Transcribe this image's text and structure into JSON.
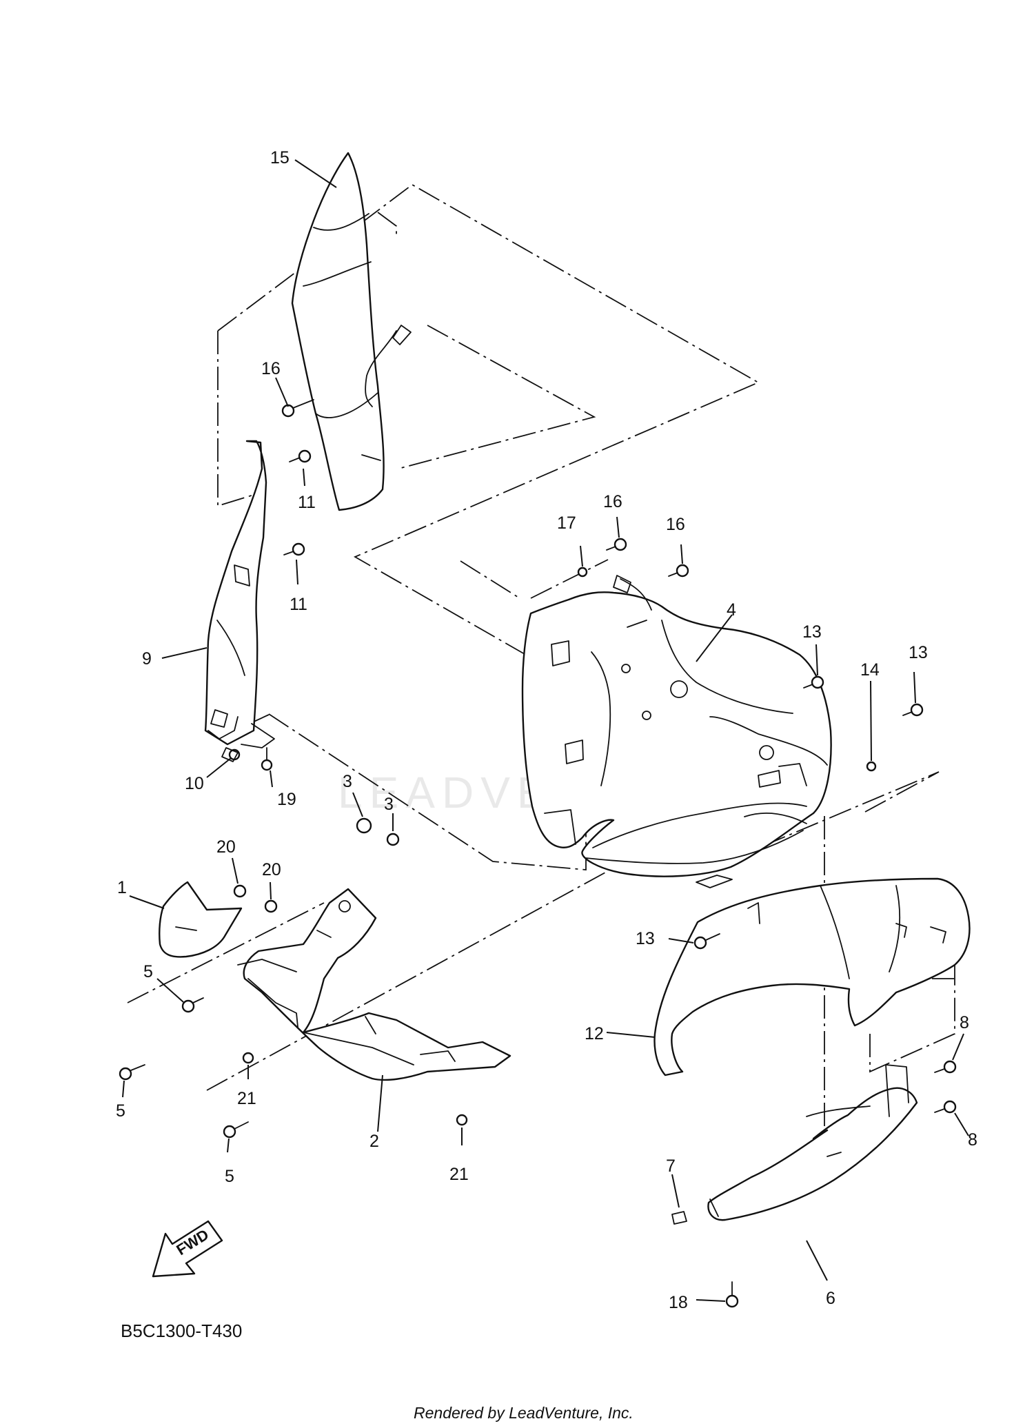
{
  "diagram": {
    "code": "B5C1300-T430",
    "footer": "Rendered by LeadVenture, Inc.",
    "watermark": "LEADVENTURE",
    "direction_label": "FWD",
    "callouts": [
      {
        "id": "c15a",
        "label": "15"
      },
      {
        "id": "c16a",
        "label": "16"
      },
      {
        "id": "c11a",
        "label": "11"
      },
      {
        "id": "c11b",
        "label": "11"
      },
      {
        "id": "c9",
        "label": "9"
      },
      {
        "id": "c10",
        "label": "10"
      },
      {
        "id": "c19",
        "label": "19"
      },
      {
        "id": "c3a",
        "label": "3"
      },
      {
        "id": "c3b",
        "label": "3"
      },
      {
        "id": "c20a",
        "label": "20"
      },
      {
        "id": "c20b",
        "label": "20"
      },
      {
        "id": "c1",
        "label": "1"
      },
      {
        "id": "c5a",
        "label": "5"
      },
      {
        "id": "c5b",
        "label": "5"
      },
      {
        "id": "c5c",
        "label": "5"
      },
      {
        "id": "c21a",
        "label": "21"
      },
      {
        "id": "c21b",
        "label": "21"
      },
      {
        "id": "c2",
        "label": "2"
      },
      {
        "id": "c17",
        "label": "17"
      },
      {
        "id": "c16b",
        "label": "16"
      },
      {
        "id": "c16c",
        "label": "16"
      },
      {
        "id": "c4",
        "label": "4"
      },
      {
        "id": "c13a",
        "label": "13"
      },
      {
        "id": "c14",
        "label": "14"
      },
      {
        "id": "c13b",
        "label": "13"
      },
      {
        "id": "c13c",
        "label": "13"
      },
      {
        "id": "c12",
        "label": "12"
      },
      {
        "id": "c8a",
        "label": "8"
      },
      {
        "id": "c8b",
        "label": "8"
      },
      {
        "id": "c7",
        "label": "7"
      },
      {
        "id": "c6",
        "label": "6"
      },
      {
        "id": "c18",
        "label": "18"
      }
    ]
  }
}
